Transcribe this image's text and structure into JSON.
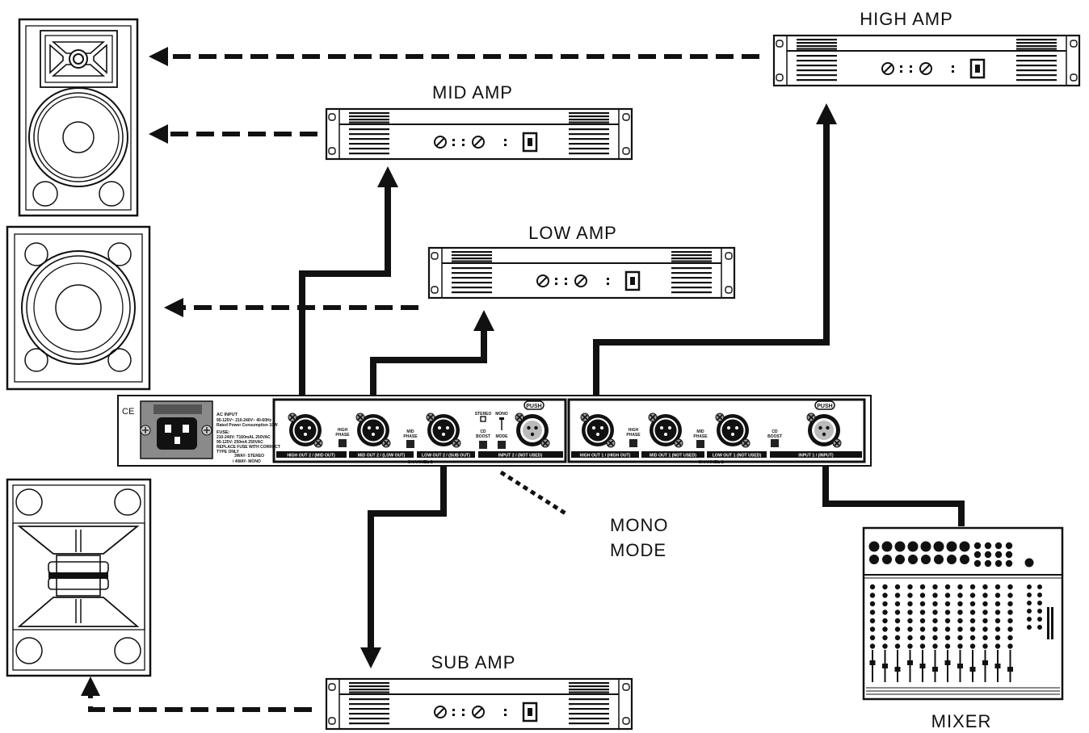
{
  "labels": {
    "high_amp": "HIGH AMP",
    "mid_amp": "MID AMP",
    "low_amp": "LOW AMP",
    "sub_amp": "SUB AMP",
    "mixer": "MIXER",
    "mono_mode_line1": "MONO",
    "mono_mode_line2": "MODE"
  },
  "crossover": {
    "ce_mark": "CE",
    "ac_input_title": "AC INPUT",
    "ac_input_line1": "95-125V~ 210-240V~ 40-60Hz",
    "ac_input_line2": "Rated Power Consumption 10W",
    "fuse_title": "FUSE:",
    "fuse_line1": "210-240V: T160mAL 250VAC",
    "fuse_line2": "95-125V: 250mA 250VAC",
    "fuse_line3": "REPLACE FUSE WITH CORRECT",
    "fuse_line4": "TYPE ONLY",
    "mode_line1": "3WAY- STEREO",
    "mode_line2": "/ 4WAY- MONO",
    "push": "PUSH",
    "channel2": "CHANNEL 2",
    "channel1": "CHANNEL 1",
    "stereo": "STEREO",
    "mono": "MONO",
    "mode": "MODE",
    "cd_boost": "CD",
    "boost": "BOOST",
    "high_phase_a": "HIGH",
    "high_phase_b": "PHASE",
    "mid_phase_a": "MID",
    "mid_phase_b": "PHASE",
    "ports_ch2": [
      "HIGH OUT 2 / (MID OUT)",
      "MID OUT 2 / (LOW OUT)",
      "LOW OUT 2 / (SUB OUT)",
      "INPUT 2 / (NOT USED)"
    ],
    "ports_ch1": [
      "HIGH OUT 1 / (HIGH OUT)",
      "MID OUT 1 (NOT USED)",
      "LOW OUT 1 (NOT USED)",
      "INPUT 1 / (INPUT)"
    ]
  }
}
